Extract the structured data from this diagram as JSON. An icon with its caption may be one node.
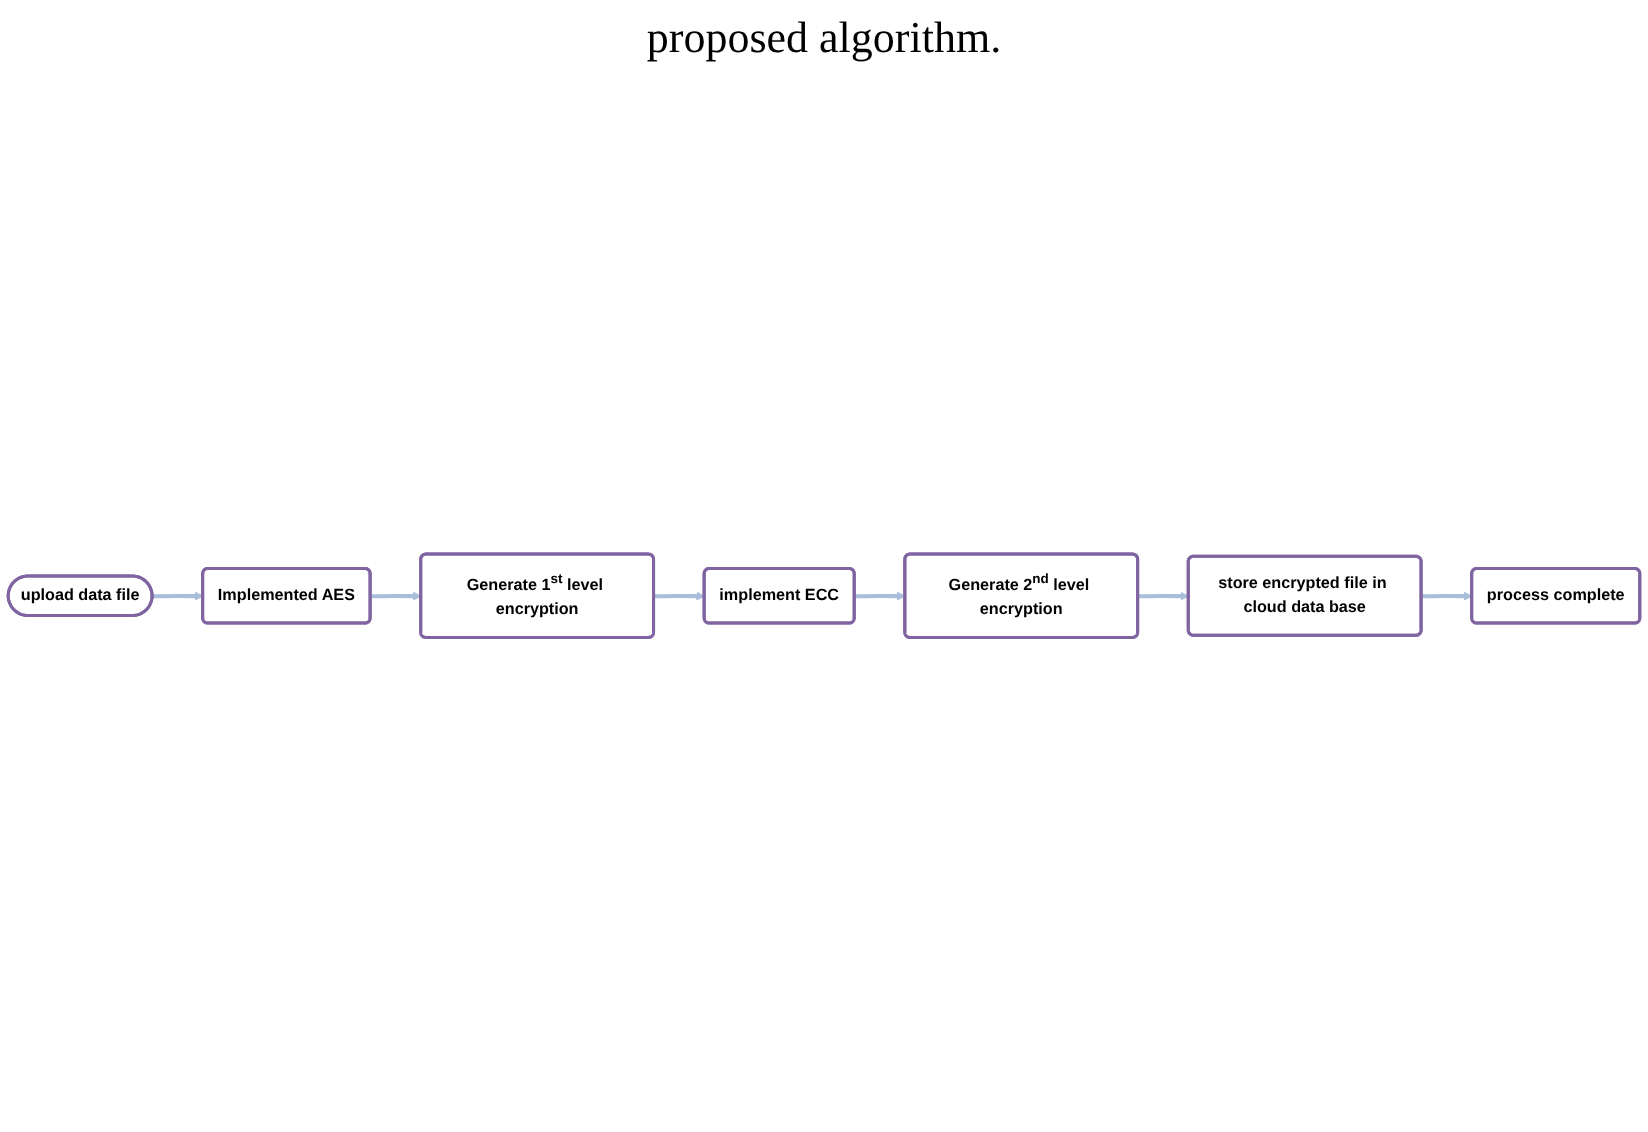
{
  "diagram": {
    "caption": "proposed algorithm.",
    "nodes": [
      {
        "text": [
          "upload data file"
        ]
      },
      {
        "text": [
          "Implemented AES"
        ]
      },
      {
        "text": [
          "Generate 1$^{st}$ level encryption"
        ]
      },
      {
        "text": [
          "implement ECC"
        ]
      },
      {
        "text": [
          "Generate 2$^{nd}$ level encryption"
        ]
      },
      {
        "text": [
          "store encrypted file in cloud data base"
        ]
      },
      {
        "text": [
          "process complete"
        ]
      }
    ],
    "edges": [
      {
        "from": 0,
        "to": 1,
        "arrow": "to"
      },
      {
        "from": 1,
        "to": 2,
        "arrow": "to"
      },
      {
        "from": 2,
        "to": 3,
        "arrow": "to"
      },
      {
        "from": 3,
        "to": 4,
        "arrow": "to"
      },
      {
        "from": 4,
        "to": 5,
        "arrow": "to"
      },
      {
        "from": 5,
        "to": 6,
        "arrow": "to"
      }
    ]
  }
}
